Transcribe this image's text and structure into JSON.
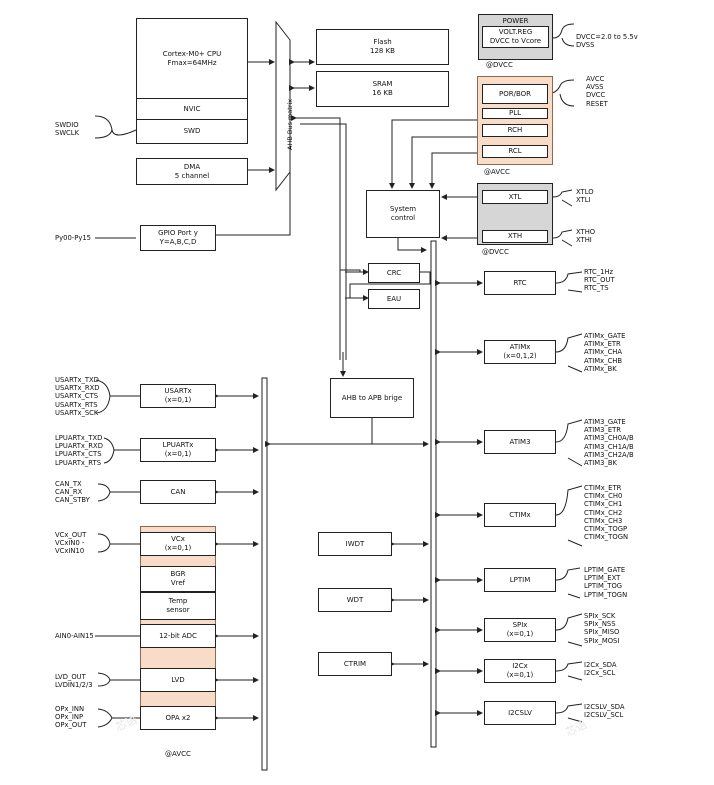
{
  "cpu": {
    "line1": "Cortex-M0+ CPU",
    "line2": "Fmax=64MHz",
    "nvic": "NVIC",
    "swd": "SWD",
    "dma1": "DMA",
    "dma2": "5 channel"
  },
  "bus": {
    "ahb_matrix": "AHB Bus matrix"
  },
  "flash": {
    "l1": "Flash",
    "l2": "128 KB"
  },
  "sram": {
    "l1": "SRAM",
    "l2": "16 KB"
  },
  "power": {
    "title": "POWER",
    "l1": "VOLT.REG",
    "l2": "DVCC to Vcore",
    "dom": "@DVCC",
    "pins": "DVCC=2.0 to 5.5v\nDVSS"
  },
  "avcc": {
    "por": "POR/BOR",
    "pll": "PLL",
    "rch": "RCH",
    "rcl": "RCL",
    "dom": "@AVCC",
    "pins": "AVCC\nAVSS\nDVCC\nRESET"
  },
  "sysctl": {
    "l1": "System",
    "l2": "control"
  },
  "xtal": {
    "xtl": "XTL",
    "xth": "XTH",
    "dom": "@DVCC",
    "pins1": "XTLO\nXTLI",
    "pins2": "XTHO\nXTHI"
  },
  "left_pins": {
    "swd": "SWDIO\nSWCLK",
    "gpio": "Py00-Py15",
    "usart": "USARTx_TXD\nUSARTx_RXD\nUSARTx_CTS\nUSARTx_RTS\nUSARTx_SCK",
    "lpuart": "LPUARTx_TXD\nLPUARTx_RXD\nLPUARTx_CTS\nLPUARTx_RTS",
    "can": "CAN_TX\nCAN_RX\nCAN_STBY",
    "vc": "VCx_OUT\nVCxIN0 -\nVCxIN10",
    "adc": "AIN0-AIN15",
    "lvd": "LVD_OUT\nLVDIN1/2/3",
    "opa": "OPx_INN\nOPx_INP\nOPx_OUT"
  },
  "gpio": {
    "l1": "GPIO Port y",
    "l2": "Y=A,B,C,D"
  },
  "crc": "CRC",
  "eau": "EAU",
  "bridge": "AHB to APB brige",
  "usartx": {
    "l1": "USARTx",
    "l2": "(x=0,1)"
  },
  "lpuartx": {
    "l1": "LPUARTx",
    "l2": "(x=0,1)"
  },
  "can": "CAN",
  "vcx": {
    "l1": "VCx",
    "l2": "(x=0,1)"
  },
  "bgr": {
    "l1": "BGR",
    "l2": "Vref"
  },
  "temp": {
    "l1": "Temp",
    "l2": "sensor"
  },
  "adc": "12-bit ADC",
  "lvd": "LVD",
  "opa": "OPA x2",
  "avcc_bottom": "@AVCC",
  "iwdt": "IWDT",
  "wdt": "WDT",
  "ctrim": "CTRIM",
  "rtc": "RTC",
  "atimx": {
    "l1": "ATIMx",
    "l2": "(x=0,1,2)"
  },
  "atim3": "ATIM3",
  "ctimx": "CTIMx",
  "lptim": "LPTIM",
  "spix": {
    "l1": "SPIx",
    "l2": "(x=0,1)"
  },
  "i2cx": {
    "l1": "I2Cx",
    "l2": "(x=0,1)"
  },
  "i2cslv": "I2CSLV",
  "right_pins": {
    "rtc": "RTC_1Hz\nRTC_OUT\nRTC_TS",
    "atimx": "ATIMx_GATE\nATIMx_ETR\nATIMx_CHA\nATIMx_CHB\nATIMx_BK",
    "atim3": "ATIM3_GATE\nATIM3_ETR\nATIM3_CH0A/B\nATIM3_CH1A/B\nATIM3_CH2A/B\nATIM3_BK",
    "ctimx": "CTIMx_ETR\nCTIMx_CH0\nCTIMx_CH1\nCTIMx_CH2\nCTIMx_CH3\nCTIMx_TOGP\nCTIMx_TOGN",
    "lptim": "LPTIM_GATE\nLPTIM_EXT\nLPTIM_TOG\nLPTIM_TOGN",
    "spix": "SPIx_SCK\nSPIx_NSS\nSPIx_MISO\nSPIx_MOSI",
    "i2cx": "I2Cx_SDA\nI2Cx_SCL",
    "i2cslv": "I2CSLV_SDA\nI2CSLV_SCL"
  },
  "watermark": "芯语"
}
